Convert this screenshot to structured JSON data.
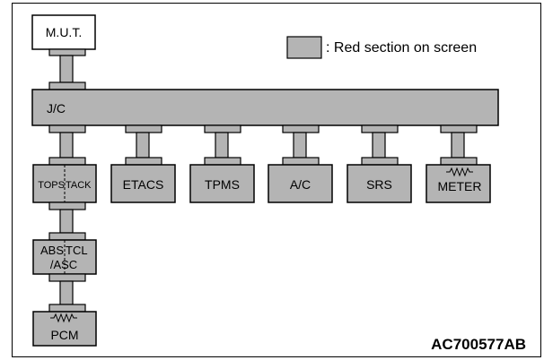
{
  "diagram": {
    "mut_label": "M.U.T.",
    "legend_text": ": Red section on screen",
    "jc_label": "J/C",
    "ecus": [
      {
        "key": "topstack",
        "line1": "TOPS",
        "line2": "TACK"
      },
      {
        "key": "etacs",
        "label": "ETACS"
      },
      {
        "key": "tpms",
        "label": "TPMS"
      },
      {
        "key": "ac",
        "label": "A/C"
      },
      {
        "key": "srs",
        "label": "SRS"
      },
      {
        "key": "meter",
        "label": "METER"
      }
    ],
    "abs": {
      "line1a": "ABS",
      "line1b": "TCL",
      "line2": "/ASC"
    },
    "pcm_label": "PCM",
    "figure_id": "AC700577AB"
  },
  "colors": {
    "section_fill": "#b4b4b4",
    "line": "#000000",
    "background": "#ffffff"
  }
}
